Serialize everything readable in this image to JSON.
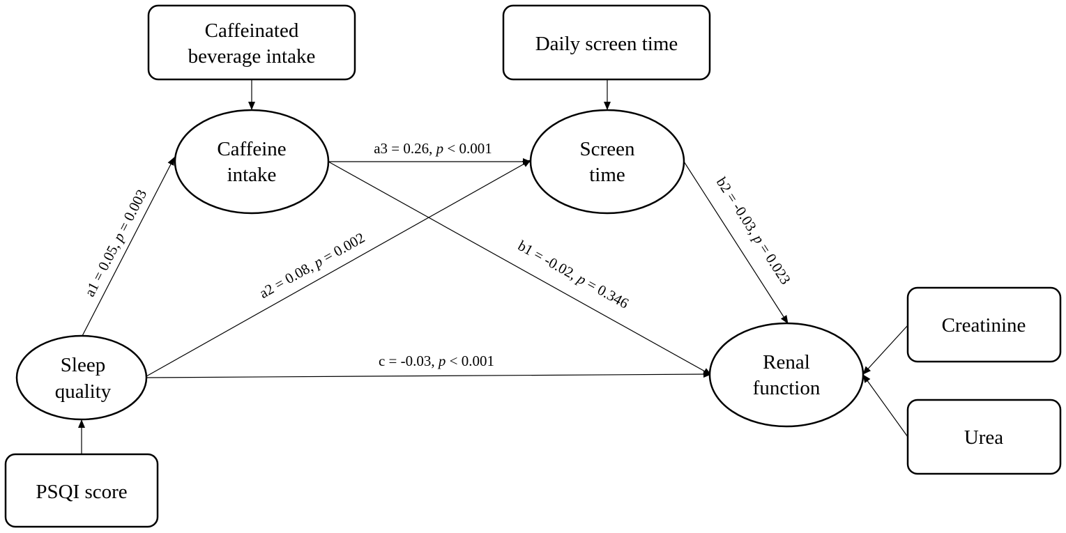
{
  "indicators": {
    "caffeinated_beverage": {
      "line1": "Caffeinated",
      "line2": "beverage intake"
    },
    "daily_screen_time": {
      "label": "Daily screen time"
    },
    "psqi_score": {
      "label": "PSQI score"
    },
    "creatinine": {
      "label": "Creatinine"
    },
    "urea": {
      "label": "Urea"
    }
  },
  "latents": {
    "caffeine_intake": {
      "line1": "Caffeine",
      "line2": "intake"
    },
    "screen_time": {
      "line1": "Screen",
      "line2": "time"
    },
    "sleep_quality": {
      "line1": "Sleep",
      "line2": "quality"
    },
    "renal_function": {
      "line1": "Renal",
      "line2": "function"
    }
  },
  "paths": {
    "a1": {
      "prefix": "a1 = 0.05, ",
      "p": "p",
      "suffix": " = 0.003"
    },
    "a2": {
      "prefix": "a2 = 0.08, ",
      "p": "p",
      "suffix": " = 0.002"
    },
    "a3": {
      "prefix": "a3 = 0.26, ",
      "p": "p",
      "suffix": " < 0.001"
    },
    "b1": {
      "prefix": "b1 = -0.02, ",
      "p": "p",
      "suffix": " = 0.346"
    },
    "b2": {
      "prefix": "b2 = -0.03, ",
      "p": "p",
      "suffix": " = 0.023"
    },
    "c": {
      "prefix": "c = -0.03, ",
      "p": "p",
      "suffix": " < 0.001"
    }
  }
}
